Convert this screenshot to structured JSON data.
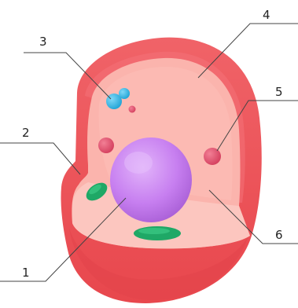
{
  "diagram": {
    "callouts": [
      {
        "id": 1,
        "label": "1"
      },
      {
        "id": 2,
        "label": "2"
      },
      {
        "id": 3,
        "label": "3"
      },
      {
        "id": 4,
        "label": "4"
      },
      {
        "id": 5,
        "label": "5"
      },
      {
        "id": 6,
        "label": "6"
      }
    ]
  },
  "colors": {
    "cell_membrane_outer": "#f25a5f",
    "cell_membrane_dark": "#e0464d",
    "cytoplasm": "#fbb4ad",
    "cytoplasm_light": "#fcc6bf",
    "nucleus": "#c77ff0",
    "nucleus_highlight": "#dba6f7",
    "vacuole_blue": "#2bb7e8",
    "organelle_red": "#e2506e",
    "organelle_green": "#22b573",
    "leader_line": "#444444"
  }
}
